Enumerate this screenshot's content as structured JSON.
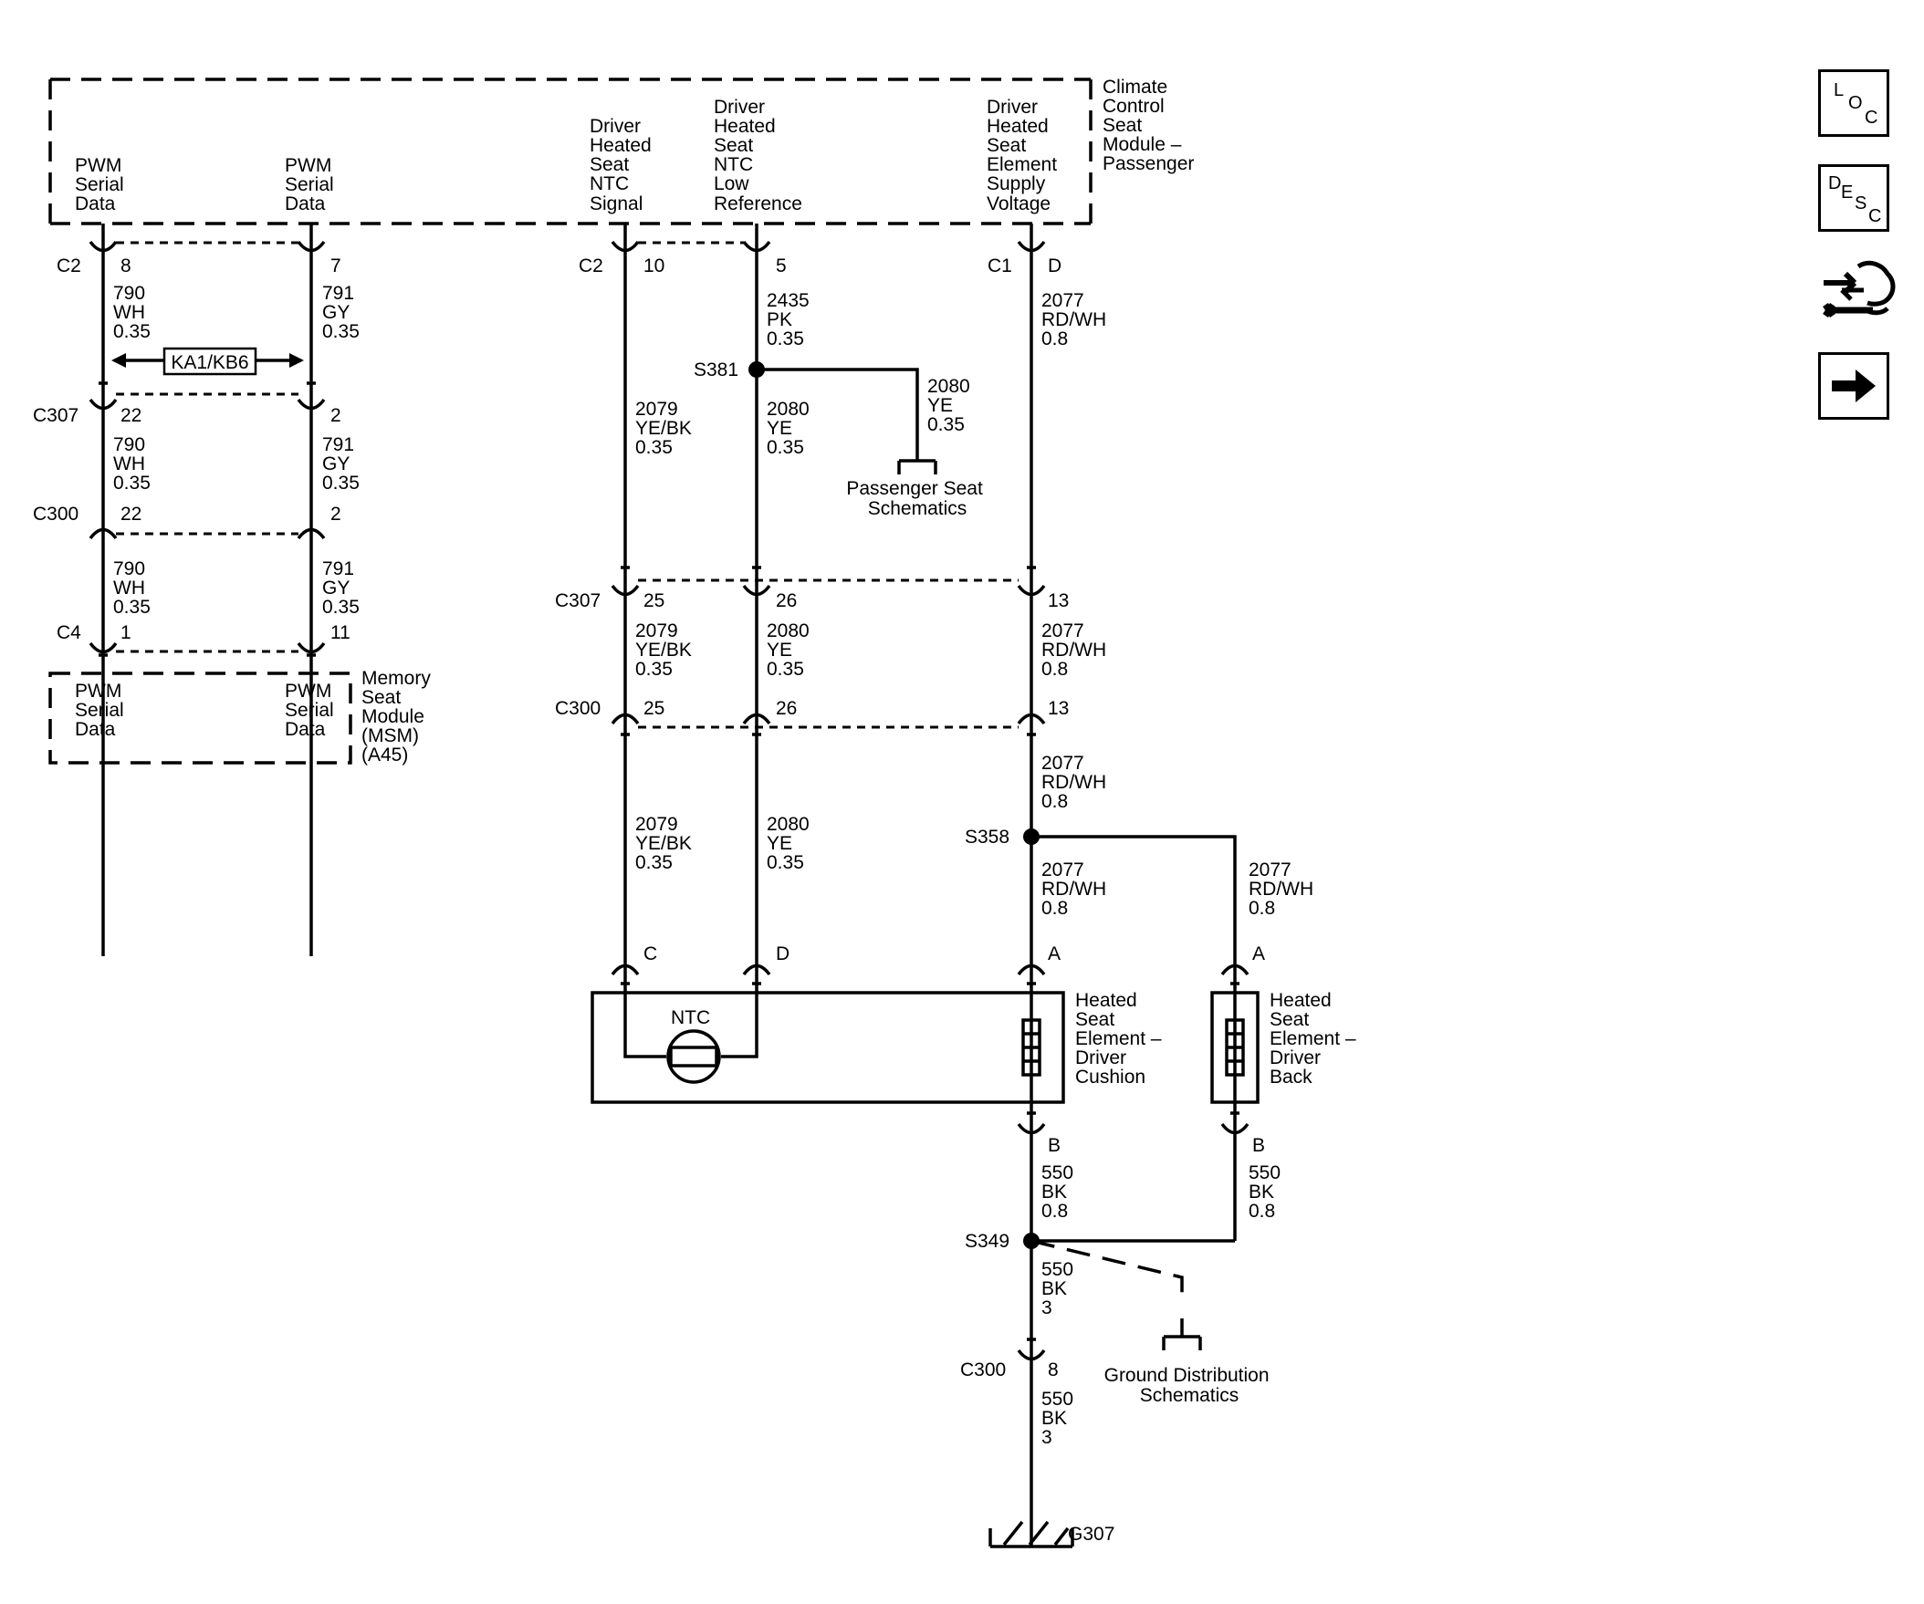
{
  "modules": {
    "ccsm": {
      "name": [
        "Climate",
        "Control",
        "Seat",
        "Module –",
        "Passenger"
      ]
    },
    "msm": {
      "name": [
        "Memory",
        "Seat",
        "Module",
        "(MSM)",
        "(A45)"
      ]
    }
  },
  "pins": {
    "pwm1": [
      "PWM",
      "Serial",
      "Data"
    ],
    "pwm2": [
      "PWM",
      "Serial",
      "Data"
    ],
    "ntc_signal": [
      "Driver",
      "Heated",
      "Seat",
      "NTC",
      "Signal"
    ],
    "ntc_low_ref": [
      "Driver",
      "Heated",
      "Seat",
      "NTC",
      "Low",
      "Reference"
    ],
    "element_supply": [
      "Driver",
      "Heated",
      "Seat",
      "Element",
      "Supply",
      "Voltage"
    ],
    "msm_pwm1": [
      "PWM",
      "Serial",
      "Data"
    ],
    "msm_pwm2": [
      "PWM",
      "Serial",
      "Data"
    ]
  },
  "connectors": {
    "c2_left": "C2",
    "c2_left_p8": "8",
    "c2_left_p7": "7",
    "c307_left": "C307",
    "c307_left_p22": "22",
    "c307_left_p2": "2",
    "c300_left": "C300",
    "c300_left_p22": "22",
    "c300_left_p2": "2",
    "c4": "C4",
    "c4_p1": "1",
    "c4_p11": "11",
    "c2_mid": "C2",
    "c2_mid_p10": "10",
    "c2_mid_p5": "5",
    "c1": "C1",
    "c1_pd": "D",
    "c307_mid": "C307",
    "c307_mid_p25": "25",
    "c307_mid_p26": "26",
    "c307_mid_p13": "13",
    "c300_mid": "C300",
    "c300_mid_p25": "25",
    "c300_mid_p26": "26",
    "c300_mid_p13": "13",
    "ntc_pc": "C",
    "ntc_pd": "D",
    "cush_pa": "A",
    "back_pa": "A",
    "cush_pb": "B",
    "back_pb": "B",
    "c300_low": "C300",
    "c300_low_p8": "8"
  },
  "wires": {
    "w790a": [
      "790",
      "WH",
      "0.35"
    ],
    "w791a": [
      "791",
      "GY",
      "0.35"
    ],
    "w790b": [
      "790",
      "WH",
      "0.35"
    ],
    "w791b": [
      "791",
      "GY",
      "0.35"
    ],
    "w790c": [
      "790",
      "WH",
      "0.35"
    ],
    "w791c": [
      "791",
      "GY",
      "0.35"
    ],
    "w2435": [
      "2435",
      "PK",
      "0.35"
    ],
    "w2080_pass": [
      "2080",
      "YE",
      "0.35"
    ],
    "w2079a": [
      "2079",
      "YE/BK",
      "0.35"
    ],
    "w2080a": [
      "2080",
      "YE",
      "0.35"
    ],
    "w2077a": [
      "2077",
      "RD/WH",
      "0.8"
    ],
    "w2079b": [
      "2079",
      "YE/BK",
      "0.35"
    ],
    "w2080b": [
      "2080",
      "YE",
      "0.35"
    ],
    "w2077b": [
      "2077",
      "RD/WH",
      "0.8"
    ],
    "w2079c": [
      "2079",
      "YE/BK",
      "0.35"
    ],
    "w2080c": [
      "2080",
      "YE",
      "0.35"
    ],
    "w2077c": [
      "2077",
      "RD/WH",
      "0.8"
    ],
    "w2077d": [
      "2077",
      "RD/WH",
      "0.8"
    ],
    "w2077e": [
      "2077",
      "RD/WH",
      "0.8"
    ],
    "w550a": [
      "550",
      "BK",
      "0.8"
    ],
    "w550b": [
      "550",
      "BK",
      "0.8"
    ],
    "w550c": [
      "550",
      "BK",
      "3"
    ],
    "w550d": [
      "550",
      "BK",
      "3"
    ]
  },
  "splices": {
    "s381": "S381",
    "s358": "S358",
    "s349": "S349"
  },
  "options": {
    "ka1_kb6": "KA1/KB6"
  },
  "components": {
    "ntc": "NTC",
    "cushion": [
      "Heated",
      "Seat",
      "Element –",
      "Driver",
      "Cushion"
    ],
    "back": [
      "Heated",
      "Seat",
      "Element –",
      "Driver",
      "Back"
    ]
  },
  "refs": {
    "pass_seat": [
      "Passenger Seat",
      "Schematics"
    ],
    "ground_dist": [
      "Ground Distribution",
      "Schematics"
    ]
  },
  "ground": {
    "g307": "G307"
  },
  "nav": {
    "loc": [
      "L",
      "O",
      "C"
    ],
    "desc": [
      "D",
      "E",
      "S",
      "C"
    ]
  }
}
